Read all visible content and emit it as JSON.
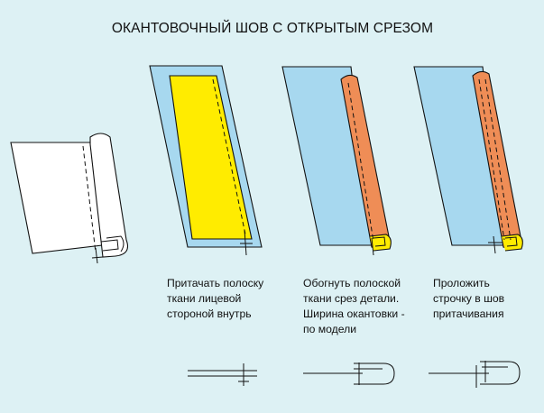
{
  "title": "ОКАНТОВОЧНЫЙ ШОВ С ОТКРЫТЫМ СРЕЗОМ",
  "steps": [
    {
      "lines": [
        "Притачать полоску",
        "ткани лицевой",
        "стороной внутрь"
      ]
    },
    {
      "lines": [
        "Обогнуть полоской",
        "ткани срез детали.",
        "Ширина окантовки -",
        "по модели"
      ]
    },
    {
      "lines": [
        "Проложить",
        "строчку в шов",
        "притачивания"
      ]
    }
  ],
  "colors": {
    "background": "#ddf1f4",
    "fabric": "#a7d8ef",
    "strip_face": "#ffec00",
    "strip_back": "#ef8d56",
    "outline": "#111111"
  }
}
